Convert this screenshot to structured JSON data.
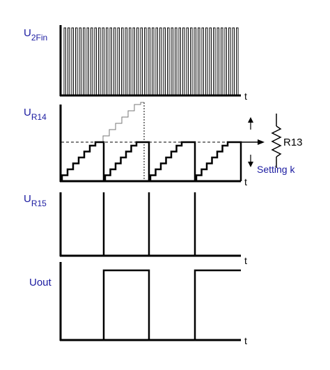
{
  "signals": {
    "u2fin": {
      "main": "U",
      "sub": "2Fin"
    },
    "ur14": {
      "main": "U",
      "sub": "R14"
    },
    "ur15": {
      "main": "U",
      "sub": "R15"
    },
    "uout": {
      "label": "Uout"
    }
  },
  "time_axis_label": "t",
  "potentiometer": {
    "label": "R13",
    "caption": "Setting k"
  },
  "colors": {
    "label": "#1a1aa0",
    "trace": "#000000",
    "grey": "#777777"
  }
}
